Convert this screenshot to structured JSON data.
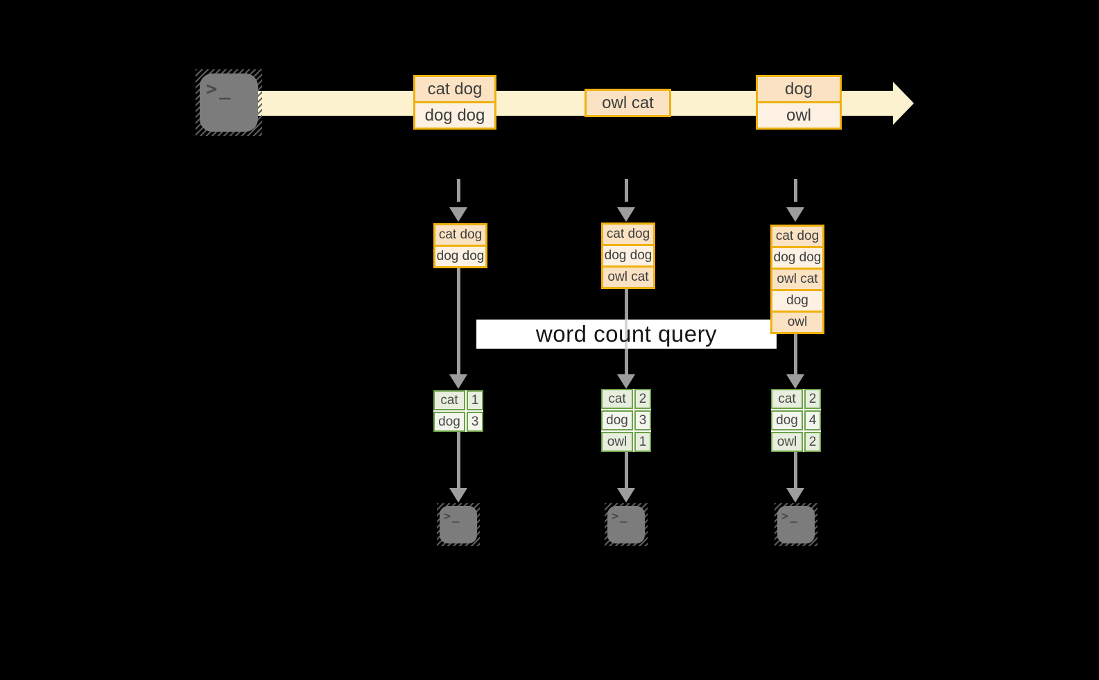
{
  "colors": {
    "background": "#000000",
    "stream_fill": "#fcf2d0",
    "box_border": "#f0b10d",
    "box_fill_dark": "#fae2c3",
    "box_fill_light": "#fcf1e2",
    "table_border": "#6da249",
    "table_fill_dark": "#e8eedd",
    "table_fill_light": "#f3f6ec",
    "arrow_gray": "#9d9d9d",
    "terminal_gray": "#7c7c7c",
    "query_bg": "#ffffff",
    "text": "#3d3d3d"
  },
  "glyphs": {
    "terminal": ">_"
  },
  "stream": {
    "events": [
      {
        "rows": [
          "cat dog",
          "dog dog"
        ]
      },
      {
        "rows": [
          "owl cat"
        ]
      },
      {
        "rows": [
          "dog",
          "owl"
        ]
      }
    ]
  },
  "query": {
    "label": "word count query"
  },
  "columns": [
    {
      "buffer": [
        "cat dog",
        "dog dog"
      ],
      "counts": [
        {
          "word": "cat",
          "count": "1"
        },
        {
          "word": "dog",
          "count": "3"
        }
      ]
    },
    {
      "buffer": [
        "cat dog",
        "dog dog",
        "owl cat"
      ],
      "counts": [
        {
          "word": "cat",
          "count": "2"
        },
        {
          "word": "dog",
          "count": "3"
        },
        {
          "word": "owl",
          "count": "1"
        }
      ]
    },
    {
      "buffer": [
        "cat dog",
        "dog dog",
        "owl cat",
        "dog",
        "owl"
      ],
      "counts": [
        {
          "word": "cat",
          "count": "2"
        },
        {
          "word": "dog",
          "count": "4"
        },
        {
          "word": "owl",
          "count": "2"
        }
      ]
    }
  ]
}
